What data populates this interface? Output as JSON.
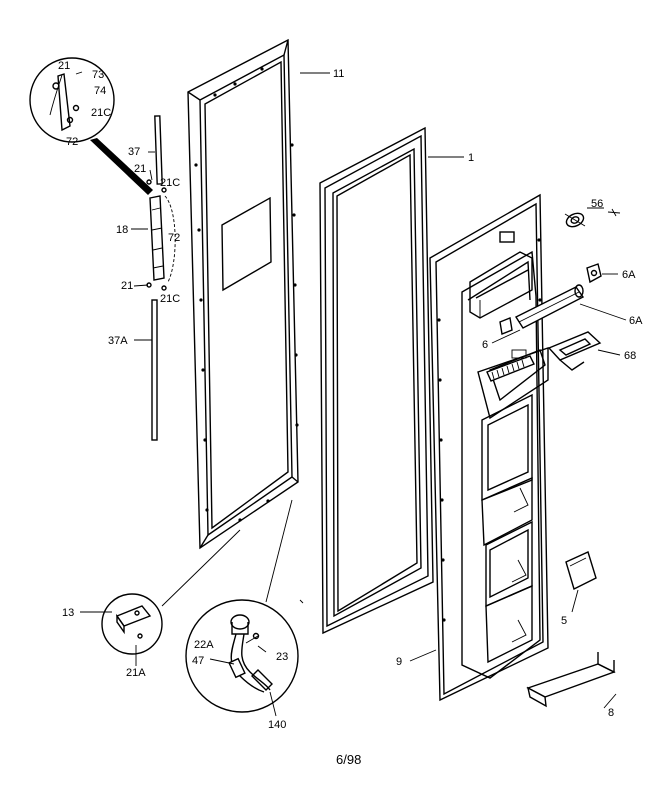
{
  "labels": {
    "p21_top": "21",
    "p73": "73",
    "p74": "74",
    "p21c_inset": "21C",
    "p72_inset": "72",
    "p37": "37",
    "p21_mid": "21",
    "p21c_a": "21C",
    "p18": "18",
    "p72": "72",
    "p21_low": "21",
    "p21c_b": "21C",
    "p37a": "37A",
    "p11": "11",
    "p1": "1",
    "p56": "56",
    "p6a_right": "6A",
    "p6a_left": "6A",
    "p6": "6",
    "p68": "68",
    "p9": "9",
    "p13": "13",
    "p21a": "21A",
    "p22a": "22A",
    "p23": "23",
    "p47": "47",
    "p140": "140",
    "p5": "5",
    "p8": "8"
  },
  "footer": {
    "page_code": "6/98"
  }
}
